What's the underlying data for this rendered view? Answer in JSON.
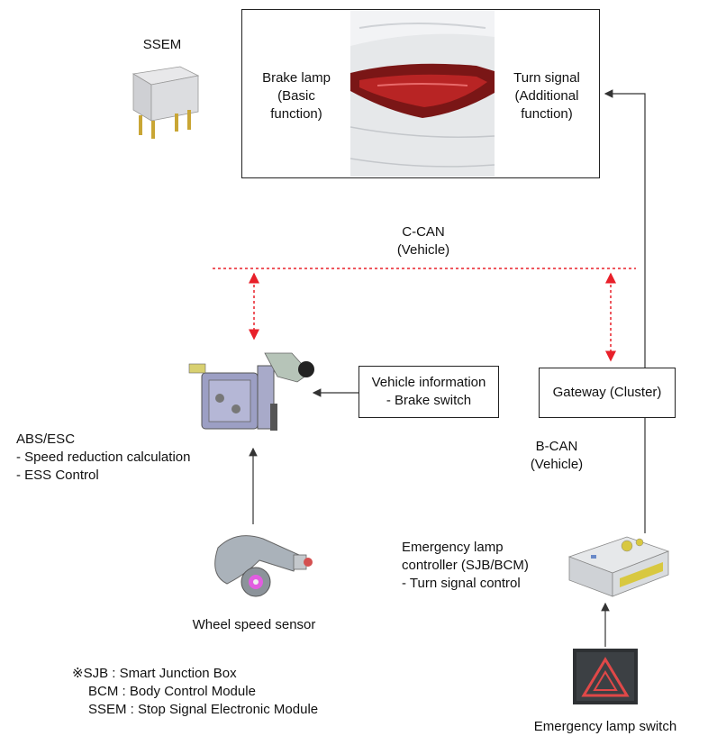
{
  "ssem_label": "SSEM",
  "lamp_box": {
    "left_lines": [
      "Brake lamp",
      "(Basic",
      "function)"
    ],
    "right_lines": [
      "Turn signal",
      "(Additional",
      "function)"
    ]
  },
  "c_can": {
    "line1": "C-CAN",
    "line2": "(Vehicle)"
  },
  "vehicle_info": {
    "line1": "Vehicle information",
    "line2": "- Brake switch"
  },
  "gateway": {
    "label": "Gateway (Cluster)"
  },
  "abs": {
    "lines": [
      "ABS/ESC",
      "- Speed reduction calculation",
      "- ESS Control"
    ]
  },
  "b_can": {
    "line1": "B-CAN",
    "line2": "(Vehicle)"
  },
  "emergency_controller": {
    "lines": [
      "Emergency lamp",
      "controller (SJB/BCM)",
      "- Turn signal control"
    ]
  },
  "wheel_sensor_label": "Wheel speed sensor",
  "emergency_switch_label": "Emergency lamp switch",
  "notes": {
    "line1": "※SJB : Smart Junction Box",
    "line2": "BCM : Body Control Module",
    "line3": "SSEM : Stop  Signal Electronic Module"
  },
  "colors": {
    "can_line": "#e8202a",
    "arrow": "#333333",
    "hazard_red": "#e04848"
  }
}
